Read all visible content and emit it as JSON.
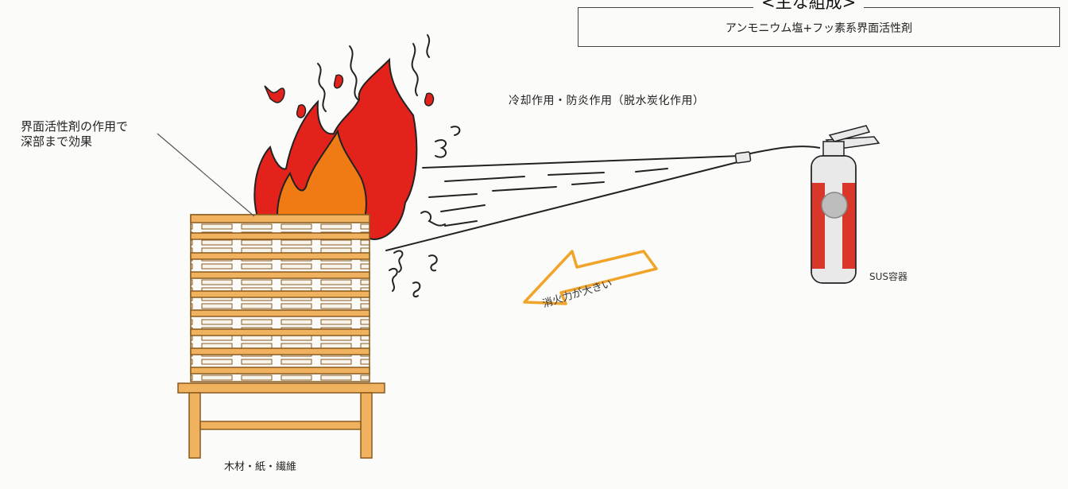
{
  "composition": {
    "title": "<主な組成>",
    "text": "アンモニウム塩+フッ素系界面活性剤"
  },
  "labels": {
    "cooling": "冷却作用・防炎作用（脱水炭化作用）",
    "surfactant_line1": "界面活性剤の作用で",
    "surfactant_line2": "深部まで効果",
    "container": "SUS容器",
    "extinguish_power": "消火力が大きい",
    "material": "木材・紙・繊維"
  },
  "colors": {
    "flame_outer": "#e3221b",
    "flame_inner": "#f07a14",
    "wood": "#f0b25e",
    "wood_edge": "#8a5a1e",
    "extinguisher_red": "#d9372a",
    "extinguisher_body": "#e9e9e9",
    "arrow": "#f0a52a"
  },
  "icons": [
    "fire-icon",
    "wood-pile-icon",
    "fire-extinguisher-icon",
    "arrow-icon"
  ]
}
